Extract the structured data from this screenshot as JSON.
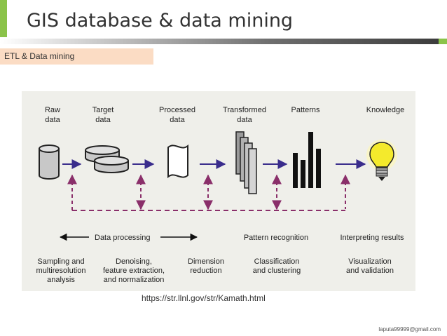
{
  "slide": {
    "title": "GIS database & data mining",
    "subtitle": "ETL & Data mining",
    "source": "https://str.llnl.gov/str/Kamath.html",
    "email": "laputa99999@gmail.com"
  },
  "diagram": {
    "stages": [
      {
        "line1": "Raw",
        "line2": "data",
        "icon": "cylinder-icon"
      },
      {
        "line1": "Target",
        "line2": "data",
        "icon": "stacked-disks-icon"
      },
      {
        "line1": "Processed",
        "line2": "data",
        "icon": "wavy-sheet-icon"
      },
      {
        "line1": "Transformed",
        "line2": "data",
        "icon": "stacked-pages-icon"
      },
      {
        "line1": "Patterns",
        "line2": "",
        "icon": "bar-pattern-icon"
      },
      {
        "line1": "Knowledge",
        "line2": "",
        "icon": "light-bulb-icon"
      }
    ],
    "phases": [
      "Data processing",
      "Pattern recognition",
      "Interpreting results"
    ],
    "methods": [
      [
        "Sampling and",
        "multiresolution",
        "analysis"
      ],
      [
        "Denoising,",
        "feature extraction,",
        "and normalization"
      ],
      [
        "Dimension",
        "reduction"
      ],
      [
        "Classification",
        "and clustering"
      ],
      [
        "Visualization",
        "and validation"
      ]
    ],
    "colors": {
      "arrow": "#3a2d8c",
      "feedback": "#8a2f6a",
      "bulb": "#f4ea2c",
      "shape": "#c8c8c8"
    }
  }
}
